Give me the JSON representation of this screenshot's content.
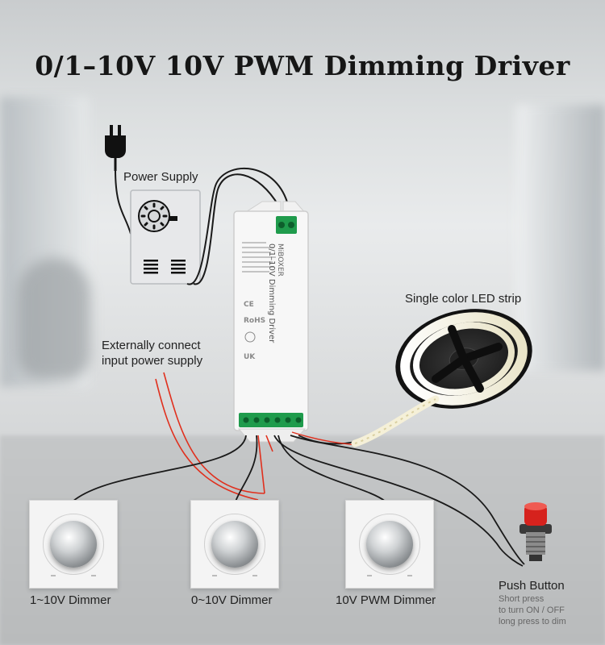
{
  "title": "0/1–10V 10V PWM Dimming Driver",
  "labels": {
    "power_supply": "Power Supply",
    "external_power_line1": "Externally connect",
    "external_power_line2": "input power supply",
    "led_strip": "Single color LED strip",
    "push_button": "Push Button",
    "push_button_note_1": "Short press",
    "push_button_note_2": "to turn ON / OFF",
    "push_button_note_3": "long press to dim"
  },
  "dimmers": [
    {
      "label": "1~10V Dimmer"
    },
    {
      "label": "0~10V Dimmer"
    },
    {
      "label": "10V PWM Dimmer"
    }
  ],
  "driver": {
    "brand": "MiBOXER",
    "model_title": "0/1–10V Dimming Driver"
  },
  "colors": {
    "wire_black": "#1a1a1a",
    "wire_red": "#e0301e",
    "terminal_green": "#1f9b4c",
    "button_red": "#d6221d"
  }
}
